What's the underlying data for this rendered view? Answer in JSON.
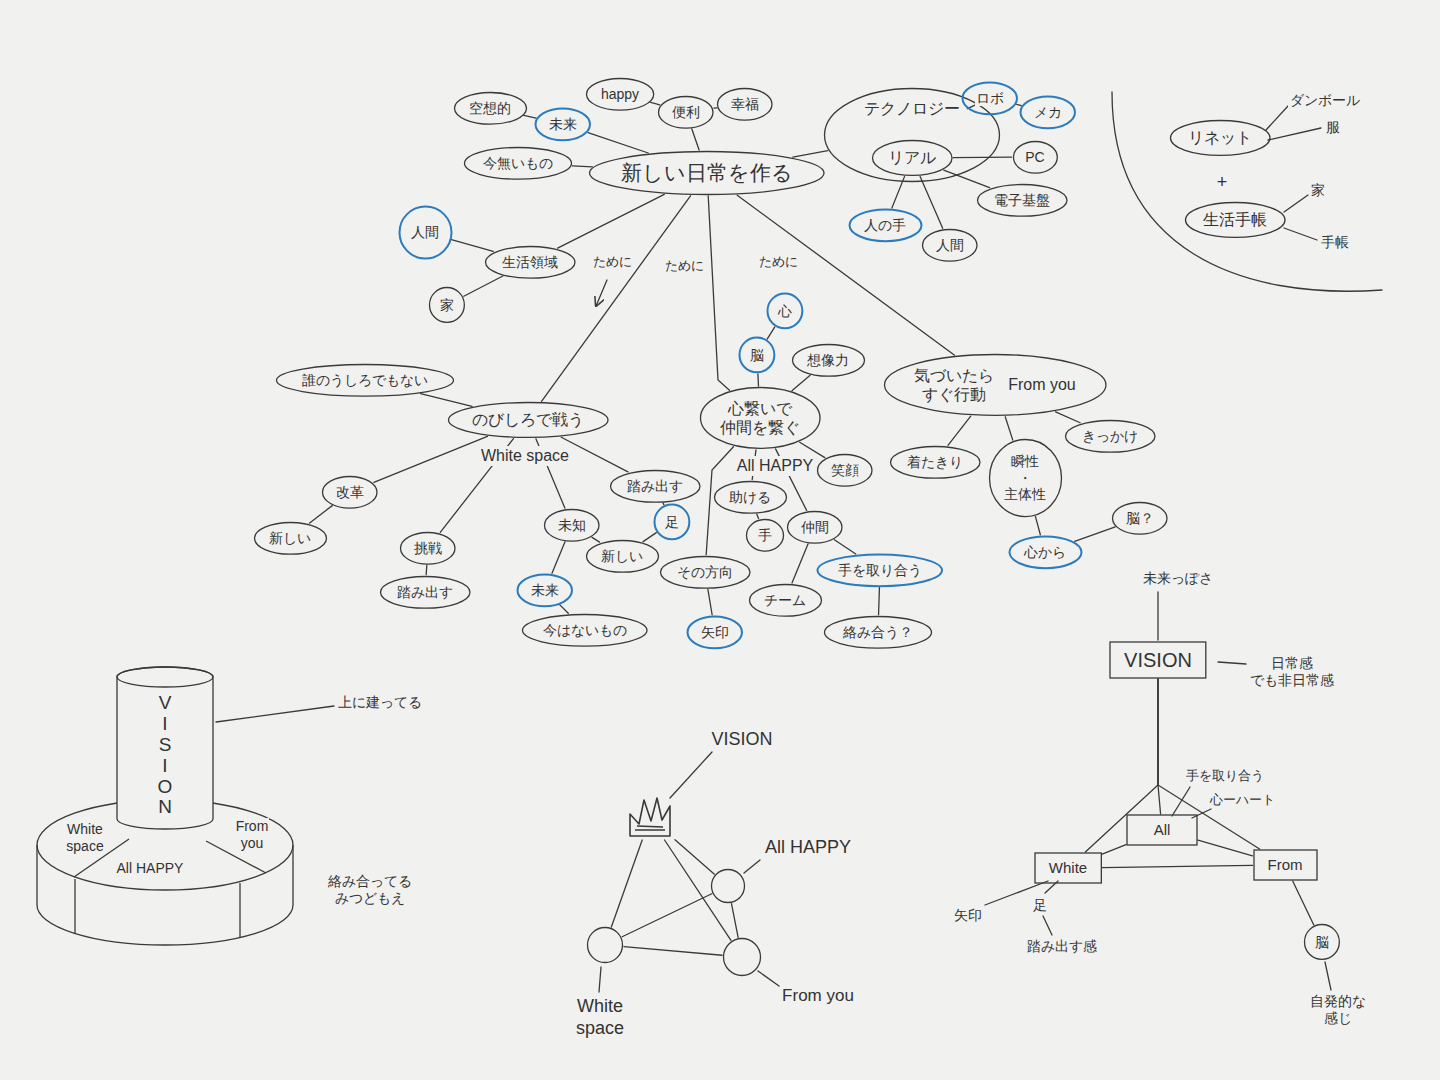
{
  "diagram": {
    "nodes": [
      {
        "text": [
          "新しい日常を作る"
        ]
      },
      {
        "text": [
          "空想的"
        ]
      },
      {
        "text": [
          "未来"
        ]
      },
      {
        "text": [
          "今無いもの"
        ]
      },
      {
        "text": [
          "happy"
        ]
      },
      {
        "text": [
          "便利"
        ]
      },
      {
        "text": [
          "幸福"
        ]
      },
      {
        "text": [
          "テクノロジー"
        ]
      },
      {
        "text": [
          "リアル"
        ],
        "in": 7
      },
      {
        "text": [
          "ロボ"
        ]
      },
      {
        "text": [
          "メカ"
        ]
      },
      {
        "text": [
          "PC"
        ]
      },
      {
        "text": [
          "電子基盤"
        ]
      },
      {
        "text": [
          "人の手"
        ]
      },
      {
        "text": [
          "人間"
        ]
      },
      {
        "text": [
          "人間"
        ]
      },
      {
        "text": [
          "生活領域"
        ]
      },
      {
        "text": [
          "家"
        ]
      },
      {
        "text": [
          "リネット"
        ]
      },
      {
        "text": [
          "生活手帳"
        ]
      },
      {
        "text": [
          "のびしろで戦う",
          "White space"
        ]
      },
      {
        "text": [
          "誰のうしろでもない"
        ]
      },
      {
        "text": [
          "心繋いで 仲間を繋ぐ",
          "All HAPPY"
        ]
      },
      {
        "text": [
          "心"
        ]
      },
      {
        "text": [
          "脳"
        ]
      },
      {
        "text": [
          "想像力"
        ]
      },
      {
        "text": [
          "気づいたら すぐ行動",
          "From you"
        ]
      },
      {
        "text": [
          "改革"
        ]
      },
      {
        "text": [
          "新しい"
        ]
      },
      {
        "text": [
          "挑戦"
        ]
      },
      {
        "text": [
          "踏み出す"
        ]
      },
      {
        "text": [
          "未知"
        ]
      },
      {
        "text": [
          "未来"
        ]
      },
      {
        "text": [
          "今はないもの"
        ]
      },
      {
        "text": [
          "新しい"
        ]
      },
      {
        "text": [
          "足"
        ]
      },
      {
        "text": [
          "踏み出す"
        ]
      },
      {
        "text": [
          "助ける"
        ]
      },
      {
        "text": [
          "手"
        ]
      },
      {
        "text": [
          "笑顔"
        ]
      },
      {
        "text": [
          "仲間"
        ]
      },
      {
        "text": [
          "チーム"
        ]
      },
      {
        "text": [
          "手を取り合う"
        ]
      },
      {
        "text": [
          "絡み合う？"
        ]
      },
      {
        "text": [
          "その方向"
        ]
      },
      {
        "text": [
          "矢印"
        ]
      },
      {
        "text": [
          "着たきり"
        ]
      },
      {
        "text": [
          "瞬性 ・主体性"
        ]
      },
      {
        "text": [
          "きっかけ"
        ]
      },
      {
        "text": [
          "心から"
        ]
      },
      {
        "text": [
          "脳？"
        ]
      },
      {
        "text": [
          "VISION"
        ]
      },
      {
        "text": [
          "White space",
          "All HAPPY",
          "From you"
        ]
      },
      {
        "text": [
          "VISION"
        ]
      },
      {
        "text": [
          "All HAPPY"
        ]
      },
      {
        "text": [
          "White space"
        ]
      },
      {
        "text": [
          "From you"
        ]
      },
      {
        "text": [
          "VISION"
        ]
      },
      {
        "text": [
          "White"
        ]
      },
      {
        "text": [
          "All"
        ]
      },
      {
        "text": [
          "From"
        ]
      },
      {
        "text": [
          "脳"
        ]
      }
    ],
    "edges": [
      {
        "from": 1,
        "to": 2,
        "arrow": "none"
      },
      {
        "from": 2,
        "to": 0,
        "arrow": "none"
      },
      {
        "from": 3,
        "to": 0,
        "arrow": "none"
      },
      {
        "from": 4,
        "to": 5,
        "arrow": "none"
      },
      {
        "from": 5,
        "to": 6,
        "arrow": "none"
      },
      {
        "from": 5,
        "to": 0,
        "arrow": "none"
      },
      {
        "from": 7,
        "to": 0,
        "arrow": "none"
      },
      {
        "from": 7,
        "to": 9,
        "arrow": "none"
      },
      {
        "from": 9,
        "to": 10,
        "arrow": "none"
      },
      {
        "from": 8,
        "to": 11,
        "arrow": "none"
      },
      {
        "from": 8,
        "to": 12,
        "arrow": "none"
      },
      {
        "from": 8,
        "to": 13,
        "arrow": "none"
      },
      {
        "from": 8,
        "to": 14,
        "arrow": "none"
      },
      {
        "from": 15,
        "to": 16,
        "arrow": "none"
      },
      {
        "from": 16,
        "to": 17,
        "arrow": "none"
      },
      {
        "from": 16,
        "to": 0,
        "arrow": "none"
      },
      {
        "from": 0,
        "to": 20,
        "arrow": "none"
      },
      {
        "from": 0,
        "to": 22,
        "arrow": "none"
      },
      {
        "from": 0,
        "to": 26,
        "arrow": "none"
      },
      {
        "from": 21,
        "to": 20,
        "arrow": "none"
      },
      {
        "from": 23,
        "to": 24,
        "arrow": "none"
      },
      {
        "from": 24,
        "to": 22,
        "arrow": "none"
      },
      {
        "from": 25,
        "to": 22,
        "arrow": "none"
      },
      {
        "from": 20,
        "to": 27,
        "arrow": "none"
      },
      {
        "from": 27,
        "to": 28,
        "arrow": "none"
      },
      {
        "from": 20,
        "to": 29,
        "arrow": "none"
      },
      {
        "from": 29,
        "to": 30,
        "arrow": "none"
      },
      {
        "from": 20,
        "to": 31,
        "arrow": "none"
      },
      {
        "from": 31,
        "to": 32,
        "arrow": "none"
      },
      {
        "from": 32,
        "to": 33,
        "arrow": "none"
      },
      {
        "from": 31,
        "to": 34,
        "arrow": "none"
      },
      {
        "from": 34,
        "to": 35,
        "arrow": "none"
      },
      {
        "from": 20,
        "to": 36,
        "arrow": "none"
      },
      {
        "from": 36,
        "to": 35,
        "arrow": "none"
      },
      {
        "from": 22,
        "to": 37,
        "arrow": "none"
      },
      {
        "from": 37,
        "to": 38,
        "arrow": "none"
      },
      {
        "from": 22,
        "to": 39,
        "arrow": "none"
      },
      {
        "from": 22,
        "to": 40,
        "arrow": "none"
      },
      {
        "from": 40,
        "to": 41,
        "arrow": "none"
      },
      {
        "from": 40,
        "to": 42,
        "arrow": "none"
      },
      {
        "from": 42,
        "to": 43,
        "arrow": "none"
      },
      {
        "from": 22,
        "to": 44,
        "arrow": "none"
      },
      {
        "from": 44,
        "to": 45,
        "arrow": "none"
      },
      {
        "from": 26,
        "to": 46,
        "arrow": "none"
      },
      {
        "from": 26,
        "to": 47,
        "arrow": "none"
      },
      {
        "from": 26,
        "to": 48,
        "arrow": "none"
      },
      {
        "from": 47,
        "to": 49,
        "arrow": "none"
      },
      {
        "from": 49,
        "to": 50,
        "arrow": "none"
      },
      {
        "from": 53,
        "to": 54,
        "arrow": "none"
      },
      {
        "from": 53,
        "to": 55,
        "arrow": "none"
      },
      {
        "from": 53,
        "to": 56,
        "arrow": "none"
      },
      {
        "from": 55,
        "to": 54,
        "arrow": "none"
      },
      {
        "from": 54,
        "to": 56,
        "arrow": "none"
      },
      {
        "from": 55,
        "to": 56,
        "arrow": "none"
      },
      {
        "from": 57,
        "to": 58,
        "arrow": "none"
      },
      {
        "from": 57,
        "to": 59,
        "arrow": "none"
      },
      {
        "from": 57,
        "to": 60,
        "arrow": "none"
      },
      {
        "from": 58,
        "to": 59,
        "arrow": "none"
      },
      {
        "from": 59,
        "to": 60,
        "arrow": "none"
      },
      {
        "from": 58,
        "to": 60,
        "arrow": "none"
      },
      {
        "from": 60,
        "to": 61,
        "arrow": "none"
      }
    ],
    "labels": [
      "ために",
      "ために",
      "ために",
      "ダンボール",
      "服",
      "+",
      "家",
      "手帳",
      "上に建ってる",
      "絡み合ってる みつどもえ",
      "未来っぽさ",
      "日常感 でも非日常感",
      "手を取り合う",
      "心ーハート",
      "矢印",
      "足",
      "踏み出す感",
      "自発的な 感じ"
    ]
  }
}
